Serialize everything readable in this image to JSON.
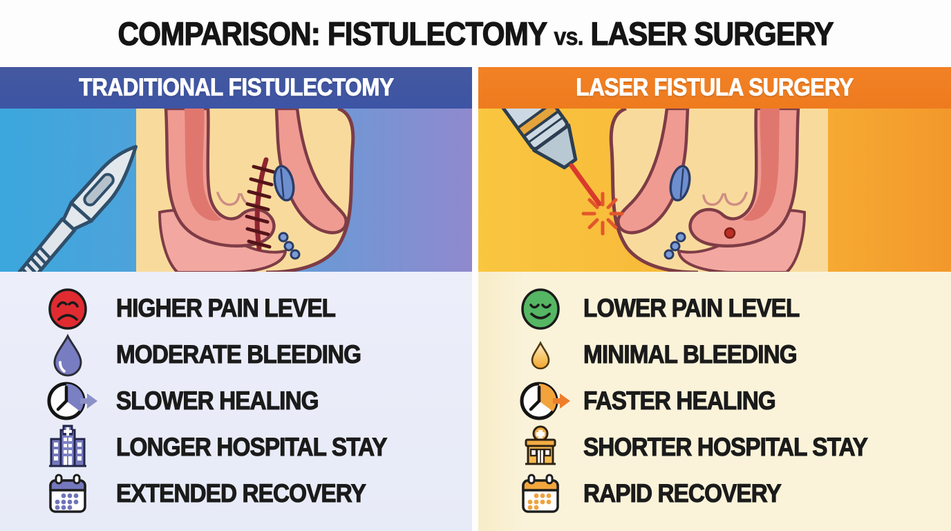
{
  "title": {
    "part1": "COMPARISON: FISTULECTOMY",
    "vs": "vs.",
    "part2": "LASER SURGERY"
  },
  "colors": {
    "left_accent": "#3d54a5",
    "right_accent": "#ee7b1e",
    "left_panel_bg": "#e9edf8",
    "right_panel_bg": "#faf3da",
    "left_illustration_gradient": [
      "#3ba7dd",
      "#9089ce"
    ],
    "right_illustration_gradient": [
      "#f9c640",
      "#f3982b"
    ],
    "negative_icon_color": "#e02b31",
    "positive_icon_color": "#55b663",
    "left_icon_color": "#7478bc",
    "right_icon_color": "#f3a83f"
  },
  "columns": [
    {
      "id": "traditional",
      "header": "TRADITIONAL FISTULECTOMY",
      "illustration": "scalpel-and-sutured-fistula-cross-section",
      "items": [
        {
          "icon": "sad-face-icon",
          "label": "HIGHER PAIN LEVEL"
        },
        {
          "icon": "blood-drop-icon",
          "label": "MODERATE BLEEDING"
        },
        {
          "icon": "clock-arrow-icon",
          "label": "SLOWER HEALING"
        },
        {
          "icon": "hospital-icon",
          "label": "LONGER HOSPITAL STAY"
        },
        {
          "icon": "calendar-icon",
          "label": "EXTENDED RECOVERY"
        }
      ]
    },
    {
      "id": "laser",
      "header": "LASER FISTULA SURGERY",
      "illustration": "laser-device-and-fistula-cross-section",
      "items": [
        {
          "icon": "happy-face-icon",
          "label": "LOWER PAIN LEVEL"
        },
        {
          "icon": "small-drop-icon",
          "label": "MINIMAL BLEEDING"
        },
        {
          "icon": "clock-arrow-icon",
          "label": "FASTER HEALING"
        },
        {
          "icon": "clinic-icon",
          "label": "SHORTER HOSPITAL STAY"
        },
        {
          "icon": "calendar-icon",
          "label": "RAPID RECOVERY"
        }
      ]
    }
  ]
}
